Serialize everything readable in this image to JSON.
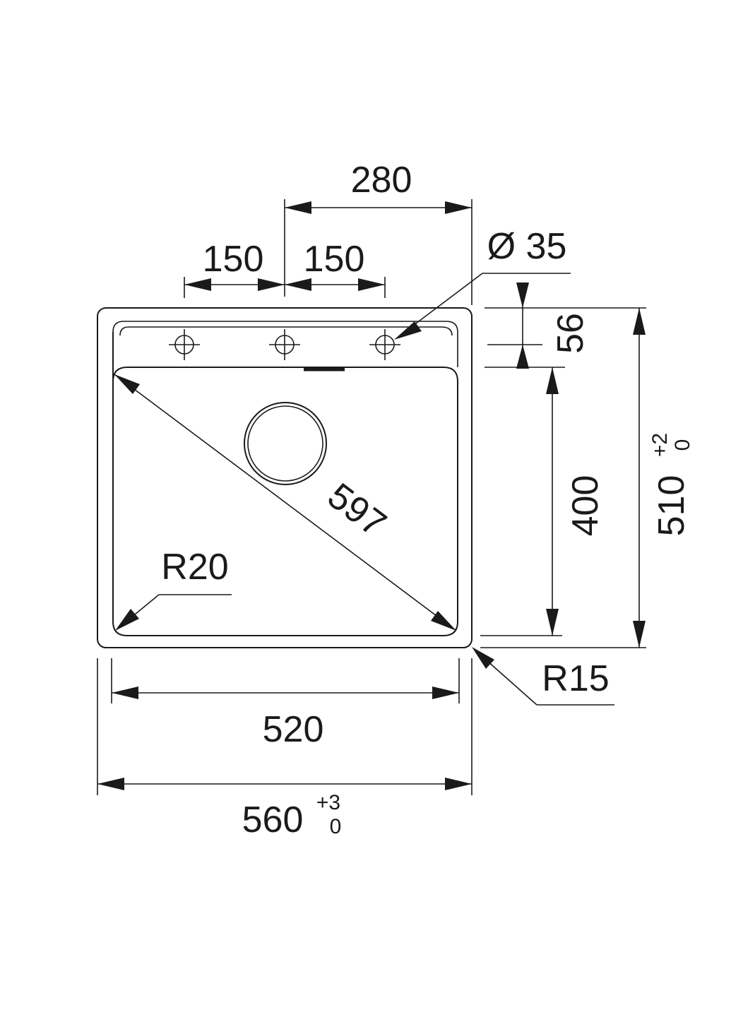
{
  "drawing": {
    "dimensions": {
      "top_overall": "280",
      "hole_spacing_left": "150",
      "hole_spacing_right": "150",
      "hole_diameter": "Ø 35",
      "deck_depth": "56",
      "bowl_depth": "400",
      "overall_depth": "510",
      "overall_depth_tol_plus": "+2",
      "overall_depth_tol_minus": "0",
      "diagonal": "597",
      "inner_radius": "R20",
      "outer_radius": "R15",
      "bowl_width": "520",
      "overall_width": "560",
      "overall_width_tol_plus": "+3",
      "overall_width_tol_minus": "0"
    }
  }
}
